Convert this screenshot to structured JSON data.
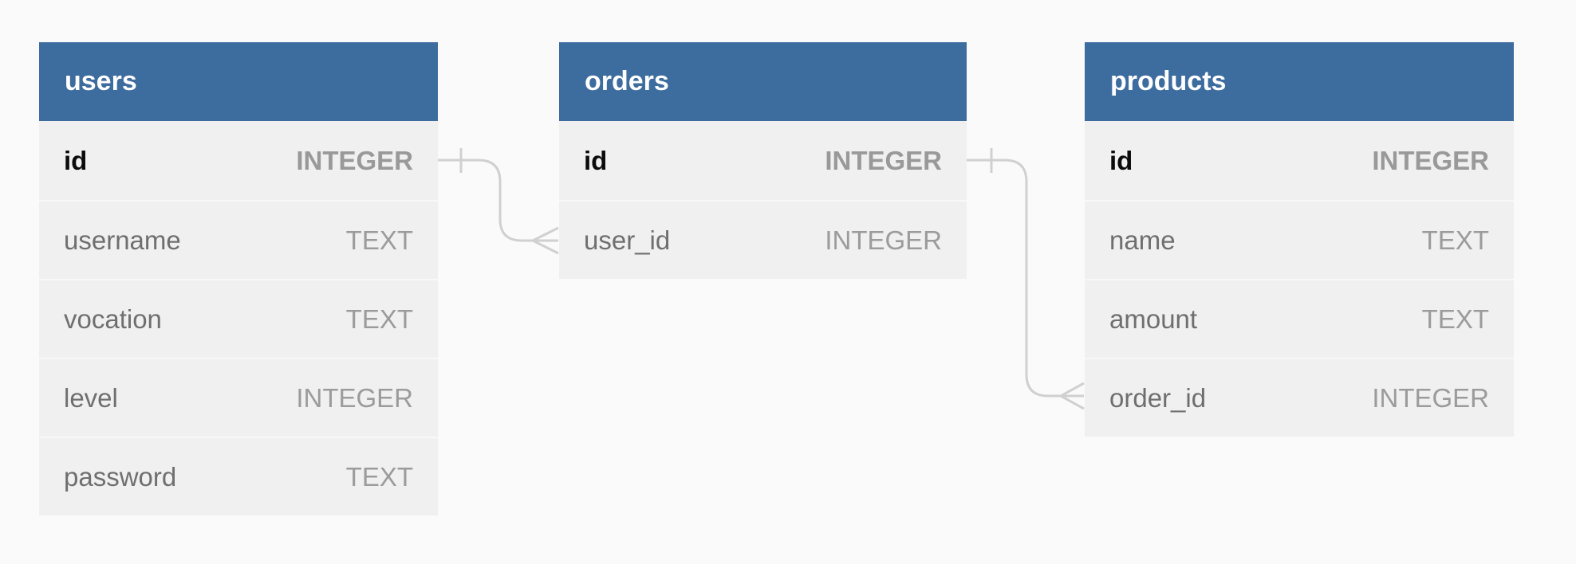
{
  "colors": {
    "page_background": "#fafafa",
    "table_header_background": "#3d6c9e",
    "table_header_text": "#ffffff",
    "table_body_background": "#f0f0f0",
    "primary_key_text": "#0b0b0b",
    "field_name_text": "#6f6f6f",
    "field_type_text": "#9b9b9b",
    "connector_line": "#d0d0d0"
  },
  "diagram": {
    "tables": [
      {
        "name": "users",
        "fields": [
          {
            "name": "id",
            "type": "INTEGER",
            "primary_key": true
          },
          {
            "name": "username",
            "type": "TEXT",
            "primary_key": false
          },
          {
            "name": "vocation",
            "type": "TEXT",
            "primary_key": false
          },
          {
            "name": "level",
            "type": "INTEGER",
            "primary_key": false
          },
          {
            "name": "password",
            "type": "TEXT",
            "primary_key": false
          }
        ]
      },
      {
        "name": "orders",
        "fields": [
          {
            "name": "id",
            "type": "INTEGER",
            "primary_key": true
          },
          {
            "name": "user_id",
            "type": "INTEGER",
            "primary_key": false
          }
        ]
      },
      {
        "name": "products",
        "fields": [
          {
            "name": "id",
            "type": "INTEGER",
            "primary_key": true
          },
          {
            "name": "name",
            "type": "TEXT",
            "primary_key": false
          },
          {
            "name": "amount",
            "type": "TEXT",
            "primary_key": false
          },
          {
            "name": "order_id",
            "type": "INTEGER",
            "primary_key": false
          }
        ]
      }
    ],
    "relationships": [
      {
        "from_table": "users",
        "from_field": "id",
        "to_table": "orders",
        "to_field": "user_id",
        "from_cardinality": "one",
        "to_cardinality": "many"
      },
      {
        "from_table": "orders",
        "from_field": "id",
        "to_table": "products",
        "to_field": "order_id",
        "from_cardinality": "one",
        "to_cardinality": "many"
      }
    ]
  }
}
